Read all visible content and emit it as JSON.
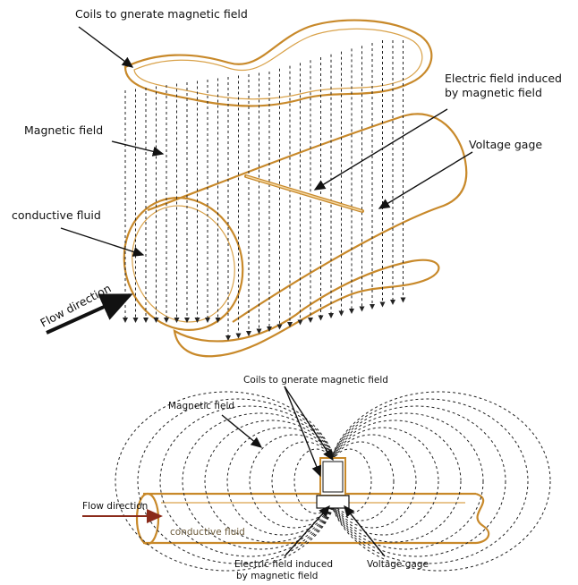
{
  "top_diagram": {
    "label_coils": "Coils to gnerate magnetic field",
    "label_magnetic_field": "Magnetic field",
    "label_conductive_fluid": "conductive fluid",
    "label_electric_field_line1": "Electric field induced",
    "label_electric_field_line2": "by magnetic field",
    "label_voltage_gage": "Voltage gage",
    "label_flow_direction": "Flow direction"
  },
  "bottom_diagram": {
    "label_coils": "Coils to gnerate magnetic field",
    "label_magnetic_field": "Magnetic field",
    "label_flow_direction": "Flow direction",
    "label_conductive_fluid": "conductive fluid",
    "label_electric_field_line1": "Electric field induced",
    "label_electric_field_line2": "by magnetic field",
    "label_voltage_gage": "Voltage gage"
  },
  "colors": {
    "pipe_outline": "#c8892a",
    "field_lines": "#222222",
    "flow_arrow_bottom": "#8a2a1a"
  }
}
